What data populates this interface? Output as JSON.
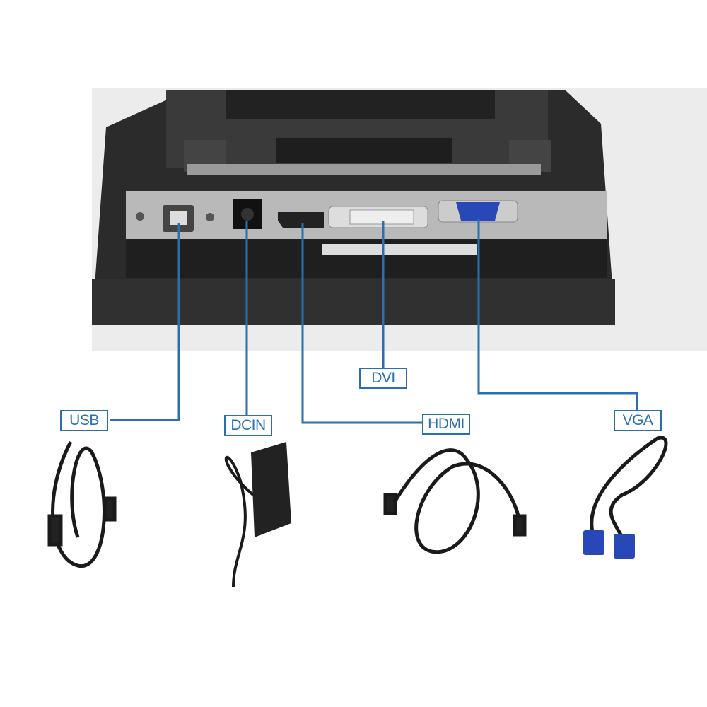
{
  "labels": {
    "usb": "USB",
    "dcin": "DCIN",
    "dvi": "DVI",
    "hdmi": "HDMI",
    "vga": "VGA"
  },
  "colors": {
    "callout": "#2a6fb0",
    "monitor": "#2b2b2b",
    "port_panel": "#b9b9b9",
    "vga_connector": "#2848b8"
  },
  "icons": [
    "usb-cable",
    "power-adapter",
    "hdmi-cable",
    "vga-cable"
  ]
}
